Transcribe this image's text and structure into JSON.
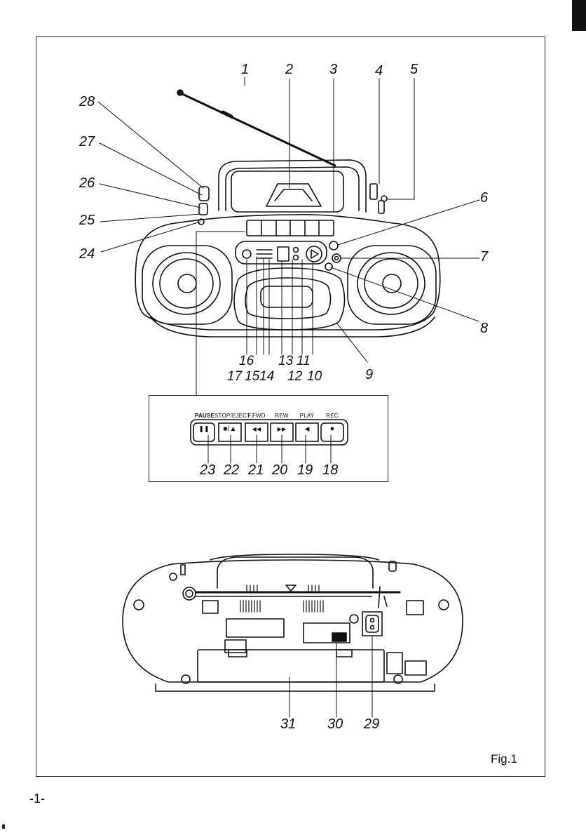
{
  "figure": {
    "caption": "Fig.1",
    "page_number": "-1-"
  },
  "front_callouts": [
    "1",
    "2",
    "3",
    "4",
    "5",
    "6",
    "7",
    "8",
    "9",
    "10",
    "11",
    "12",
    "13",
    "14",
    "15",
    "16",
    "17",
    "28",
    "27",
    "26",
    "25",
    "24"
  ],
  "inset": {
    "button_labels": [
      "PAUSE",
      "STOP/EJECT",
      "F.FWD",
      "REW",
      "PLAY",
      "REC"
    ],
    "button_symbols": [
      "❚❚",
      "■/▲",
      "◀◀",
      "▶▶",
      "◀",
      "●"
    ],
    "callouts": [
      "23",
      "22",
      "21",
      "20",
      "19",
      "18"
    ]
  },
  "back_callouts": [
    "31",
    "30",
    "29"
  ],
  "colors": {
    "ink": "#111111",
    "paper": "#ffffff",
    "shade": "#d9d9d9"
  }
}
